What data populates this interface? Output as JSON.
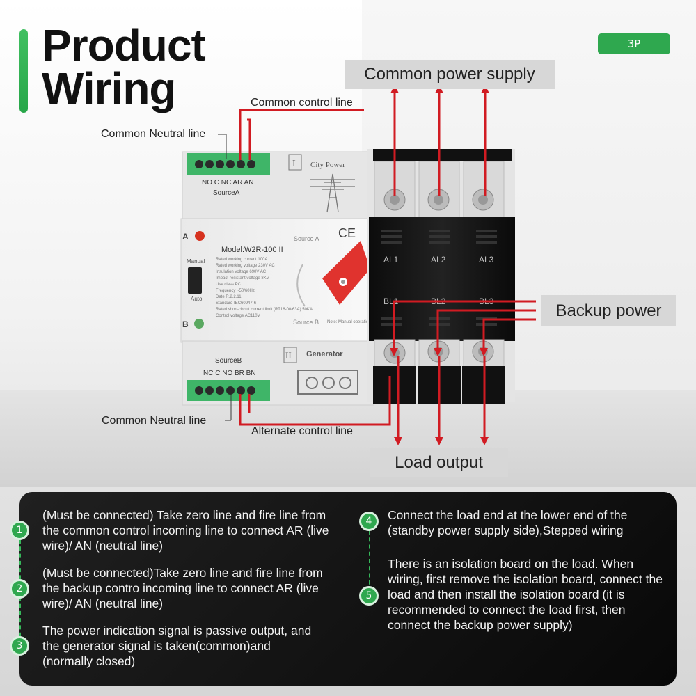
{
  "title": {
    "line1": "Product",
    "line2": "Wiring"
  },
  "badge": "3P",
  "labels": {
    "common_power_supply": "Common power supply",
    "backup_power": "Backup power",
    "load_output": "Load output",
    "common_control_line": "Common control line",
    "common_neutral_line_top": "Common Neutral line",
    "common_neutral_line_bottom": "Common Neutral line",
    "alternate_control_line": "Alternate control line"
  },
  "device": {
    "top_terminal_labels": "NO C NC AR AN",
    "source_a": "SourceA",
    "bottom_terminal_labels": "NC C NO BR BN",
    "source_b": "SourceB",
    "module_i": "I",
    "module_i_name": "City Power",
    "module_ii": "II",
    "module_ii_name": "Generator",
    "model": "Model:W2R-100 II",
    "ce_mark": "CE",
    "source_a_face": "Source A",
    "source_b_face": "Source B",
    "indicator_a": "A",
    "indicator_b": "B",
    "switch_manual": "Manual",
    "switch_auto": "Auto",
    "specs": [
      "Rated working current 100A",
      "Rated working voltage 230V AC",
      "Insulation voltage 690V AC",
      "Impact-resistant voltage 8KV",
      "Use class PC",
      "Frequency ~50/60Hz",
      "Date R.2.2.11",
      "Standard IEC60947-6",
      "Rated short-circuit current limit (RT16-00/63A) 50KA",
      "Control voltage AC110V"
    ],
    "note": "Note: Manual operation must be in \"Manual\" position",
    "terminals_a": [
      "AL1",
      "AL2",
      "AL3"
    ],
    "terminals_b": [
      "BL1",
      "BL2",
      "BL3"
    ]
  },
  "steps": [
    {
      "num": "1",
      "text": "(Must be connected) Take zero line and fire line from the common control incoming line to connect AR (live wire)/ AN (neutral line)"
    },
    {
      "num": "2",
      "text": "(Must be connected)Take zero line and fire line from the backup contro incoming line to connect AR (live wire)/ AN (neutral line)"
    },
    {
      "num": "3",
      "text": "The power indication signal is passive output, and the generator signal is taken(common)and (normally closed)"
    },
    {
      "num": "4",
      "text": "Connect the load end at the lower end of the (standby power supply side),Stepped wiring"
    },
    {
      "num": "5",
      "text": "There is an isolation board on the load. When wiring, first remove the isolation board, connect the load and then install the isolation board (it is recommended to connect the load first, then connect the backup power supply)"
    }
  ],
  "colors": {
    "accent_green": "#2fa84f",
    "wire_red": "#d11b22",
    "panel_black": "#111111",
    "terminal_green": "#3fb568"
  }
}
